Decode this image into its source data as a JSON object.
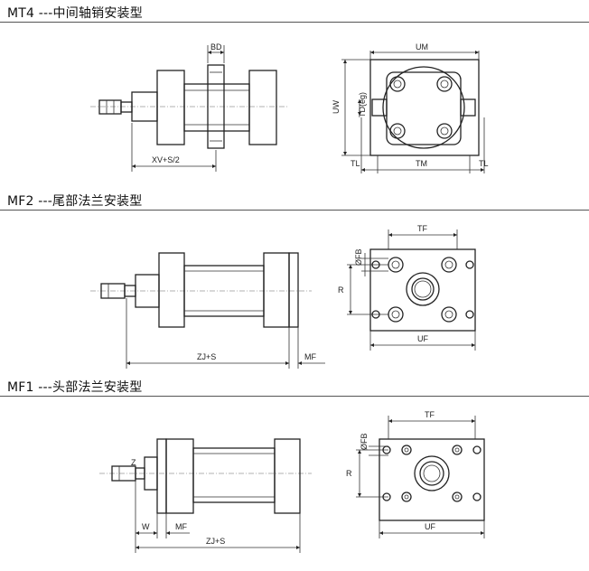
{
  "sections": [
    {
      "title": "MT4 ---中间轴销安装型",
      "side_labels": {
        "bd": "BD",
        "length": "XV+S/2"
      },
      "end_labels": {
        "width": "UM",
        "height": "UW",
        "trunnion": "TD(eg)",
        "tl_left": "TL",
        "tm": "TM",
        "tl_right": "TL"
      }
    },
    {
      "title": "MF2 ---尾部法兰安装型",
      "side_labels": {
        "length": "ZJ+S",
        "flange": "MF"
      },
      "end_labels": {
        "tf": "TF",
        "fb": "ØFB",
        "r": "R",
        "uf": "UF"
      }
    },
    {
      "title": "MF1 ---头部法兰安装型",
      "side_labels": {
        "z": "Z",
        "w": "W",
        "mf": "MF",
        "length": "ZJ+S"
      },
      "end_labels": {
        "tf": "TF",
        "fb": "ØFB",
        "r": "R",
        "uf": "UF"
      }
    }
  ],
  "colors": {
    "line": "#222222",
    "rule": "#555555",
    "centerline": "#666666"
  }
}
